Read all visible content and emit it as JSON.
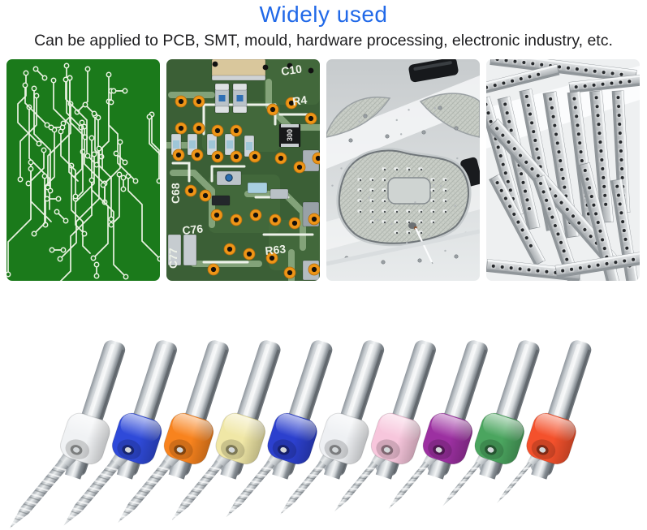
{
  "header": {
    "title": "Widely used",
    "title_color": "#2169e8",
    "subtitle": "Can be applied to PCB, SMT, mould, hardware processing, electronic industry, etc."
  },
  "photos": {
    "pcb_traces": {
      "alt": "green PCB circuit traces",
      "bg": "#1b7a1b",
      "trace": "#eaf2e2"
    },
    "pcb_closeup": {
      "alt": "PCB close-up with SMT components",
      "bg": "#3b5f36",
      "via_ring": "#ee9517",
      "via_hole": "#15100b",
      "labels": [
        "C10",
        "R4",
        "C68",
        "C76",
        "C77",
        "R63"
      ],
      "resistor_code": "300"
    },
    "cnc_mould": {
      "alt": "CNC machined aluminium mould"
    },
    "metal_strips": {
      "alt": "drilled metal strips pile"
    }
  },
  "drills": {
    "alt": "ten PCB micro drill bits with colored rings",
    "ring_colors": [
      "#f0f2f4",
      "#2f4ad9",
      "#f8831e",
      "#f0e7a6",
      "#2c40ce",
      "#eef0f3",
      "#f7c6dc",
      "#9c30a1",
      "#4ba55f",
      "#f4512c"
    ]
  }
}
